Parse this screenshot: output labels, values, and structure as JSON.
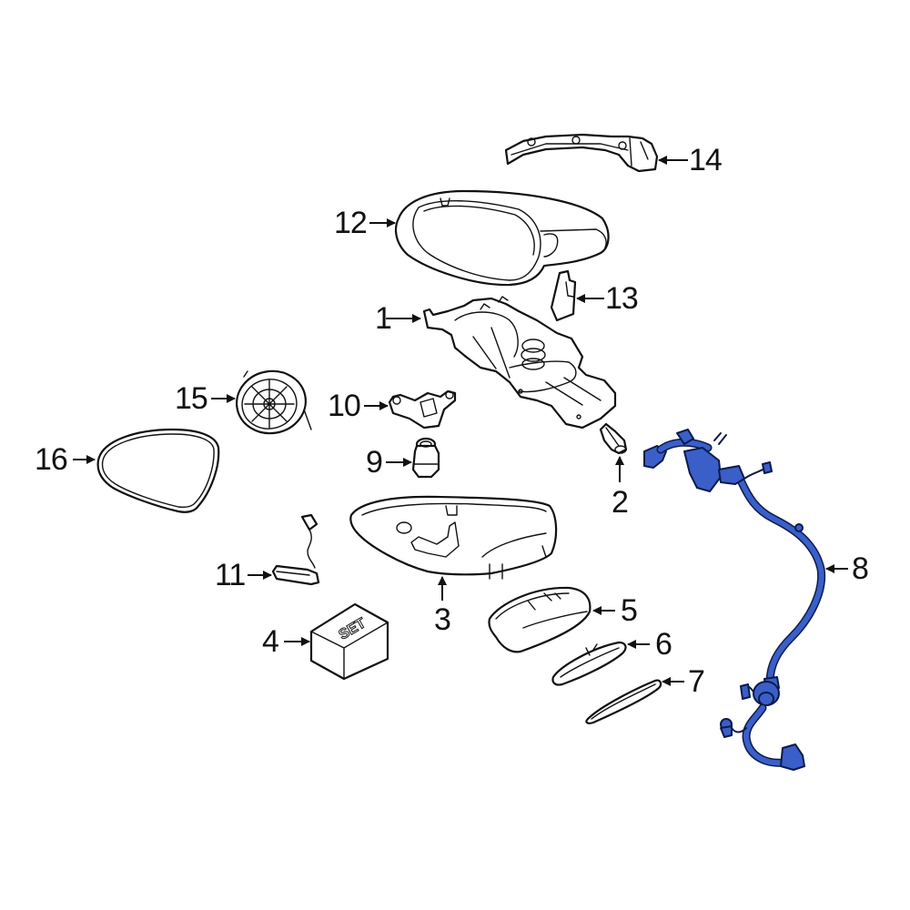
{
  "diagram": {
    "type": "exploded-parts-diagram",
    "subject": "Outside rear view mirror assembly",
    "highlight_color": "#3a5fc8",
    "highlighted_part": "8"
  },
  "callouts": [
    {
      "id": "1",
      "label": "1"
    },
    {
      "id": "2",
      "label": "2"
    },
    {
      "id": "3",
      "label": "3"
    },
    {
      "id": "4",
      "label": "4"
    },
    {
      "id": "5",
      "label": "5"
    },
    {
      "id": "6",
      "label": "6"
    },
    {
      "id": "7",
      "label": "7"
    },
    {
      "id": "8",
      "label": "8"
    },
    {
      "id": "9",
      "label": "9"
    },
    {
      "id": "10",
      "label": "10"
    },
    {
      "id": "11",
      "label": "11"
    },
    {
      "id": "12",
      "label": "12"
    },
    {
      "id": "13",
      "label": "13"
    },
    {
      "id": "14",
      "label": "14"
    },
    {
      "id": "15",
      "label": "15"
    },
    {
      "id": "16",
      "label": "16"
    }
  ],
  "set_box_text": "SET"
}
